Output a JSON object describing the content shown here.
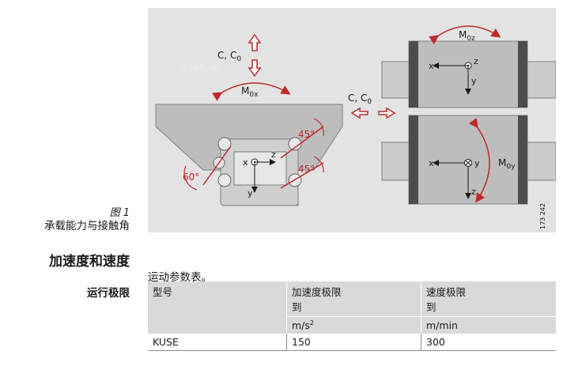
{
  "figure": {
    "number": "图 1",
    "caption": "承载能力与接触角",
    "labels": {
      "load": "C, C",
      "load_sub": "0",
      "moment_x": "M",
      "moment_x_sub": "0x",
      "moment_y": "M",
      "moment_y_sub": "0y",
      "moment_z": "M",
      "moment_z_sub": "0z",
      "angle_45": "45°",
      "angle_60": "60°",
      "axis_x": "x",
      "axis_y": "y",
      "axis_z": "z"
    },
    "drawing_id": "173 242",
    "watermark": "凌纳机械"
  },
  "section": {
    "heading": "加速度和速度",
    "subheading": "运行极限"
  },
  "table": {
    "title": "运动参数表。",
    "header": {
      "col1": "型号",
      "col2_line1": "加速度极限",
      "col2_line2": "到",
      "col3_line1": "速度极限",
      "col3_line2": "到"
    },
    "units": {
      "col2_base": "m/s",
      "col2_exp": "2",
      "col3": "m/min"
    },
    "rows": [
      {
        "type": "KUSE",
        "acceleration": "150",
        "velocity": "300"
      }
    ]
  },
  "colors": {
    "figure_bg": "#e3e3e3",
    "carriage": "#bdbdbd",
    "rail": "#cccccc",
    "accent_red": "#c0292c",
    "table_header_bg": "#d9d9d9"
  }
}
